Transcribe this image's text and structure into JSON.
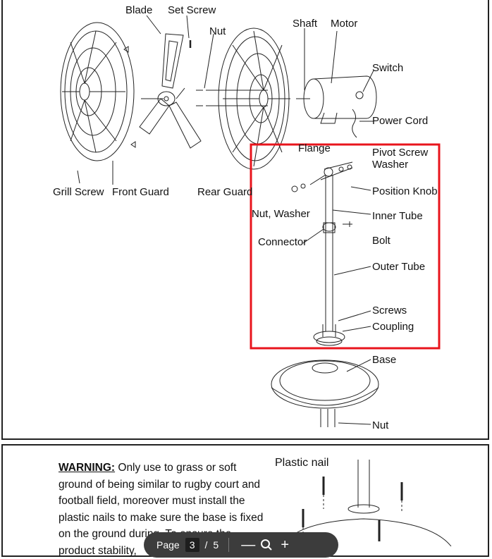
{
  "diagram": {
    "labels": {
      "blade": "Blade",
      "set_screw": "Set Screw",
      "nut_top": "Nut",
      "shaft": "Shaft",
      "motor": "Motor",
      "switch": "Switch",
      "power_cord": "Power Cord",
      "flange": "Flange",
      "pivot_screw": "Pivot Screw",
      "washer": "Washer",
      "position_knob": "Position Knob",
      "grill_screw": "Grill Screw",
      "front_guard": "Front Guard",
      "rear_guard": "Rear Guard",
      "nut_washer": "Nut, Washer",
      "inner_tube": "Inner Tube",
      "connector": "Connector",
      "bolt": "Bolt",
      "outer_tube": "Outer Tube",
      "screws": "Screws",
      "coupling": "Coupling",
      "base": "Base",
      "nut_bottom": "Nut"
    },
    "highlight_color": "#e8141c"
  },
  "warning": {
    "heading": "WARNING:",
    "body": " Only use to grass or soft ground of being similar to rugby court and football field, moreover must install the plastic nails to make sure the base is fixed on the ground during. To ensure the product stability,",
    "plastic_nail_label": "Plastic nail"
  },
  "toolbar": {
    "page_label": "Page",
    "current_page": "3",
    "separator": "/",
    "total_pages": "5",
    "zoom_out": "—",
    "zoom_in": "+"
  }
}
